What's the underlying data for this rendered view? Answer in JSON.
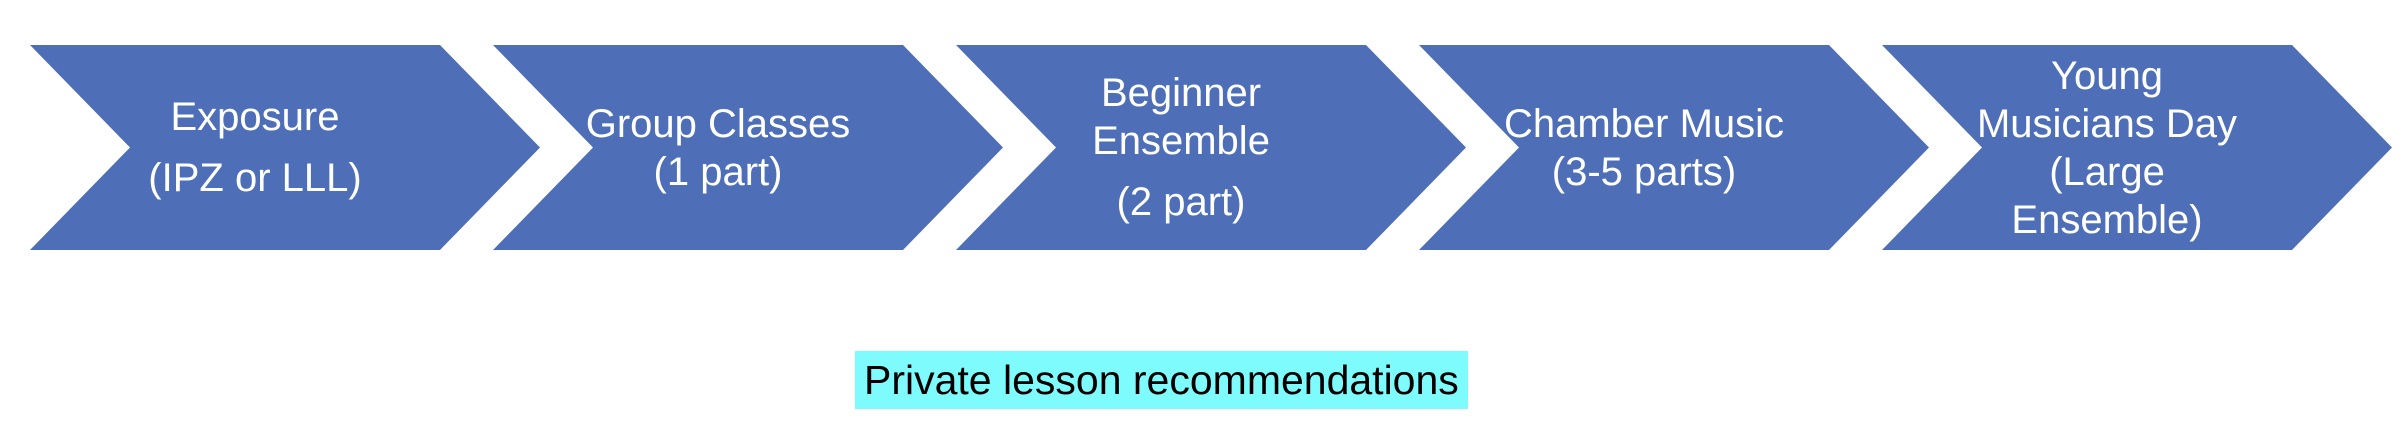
{
  "colors": {
    "background": "#FFFFFF",
    "chevron_blue": "#4E6FB8",
    "chevron_text": "#FFFFFF",
    "highlight_cyan": "#7EFBFC",
    "caption_text": "#000000"
  },
  "process_flow": {
    "steps": [
      {
        "name": "exposure",
        "paragraphs": [
          [
            "Exposure"
          ],
          [
            "(IPZ or LLL)"
          ]
        ]
      },
      {
        "name": "group-classes",
        "paragraphs": [
          [
            "Group Classes",
            "(1 part)"
          ]
        ]
      },
      {
        "name": "beginner-ensemble",
        "paragraphs": [
          [
            "Beginner",
            "Ensemble"
          ],
          [
            "(2 part)"
          ]
        ]
      },
      {
        "name": "chamber-music",
        "paragraphs": [
          [
            "Chamber Music",
            "(3-5 parts)"
          ]
        ]
      },
      {
        "name": "young-musicians-day",
        "paragraphs": [
          [
            "Young",
            "Musicians Day",
            "(Large",
            "Ensemble)"
          ]
        ]
      }
    ]
  },
  "caption": {
    "text": "Private lesson recommendations"
  }
}
